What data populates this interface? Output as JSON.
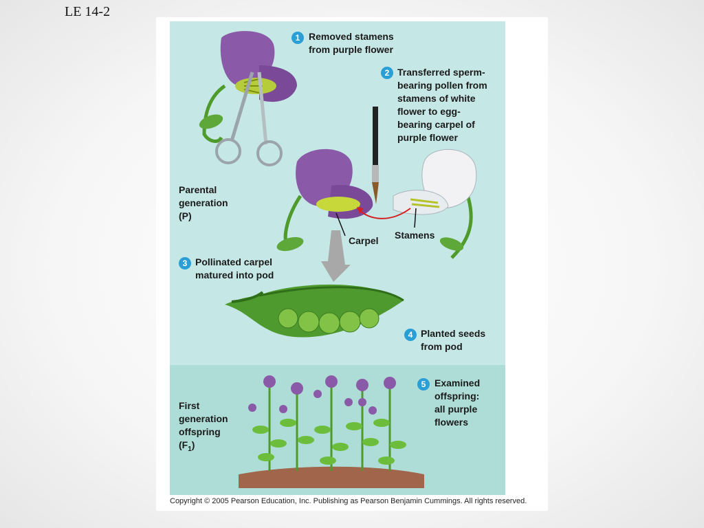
{
  "slide": {
    "title": "LE 14-2"
  },
  "steps": [
    {
      "number": "1",
      "text": "Removed stamens\nfrom purple flower"
    },
    {
      "number": "2",
      "text": "Transferred sperm-\nbearing pollen from\nstamens of white\nflower to egg-\nbearing carpel of\npurple flower"
    },
    {
      "number": "3",
      "text": "Pollinated carpel\nmatured into pod"
    },
    {
      "number": "4",
      "text": "Planted seeds\nfrom pod"
    },
    {
      "number": "5",
      "text": "Examined\noffspring:\nall purple\nflowers"
    }
  ],
  "labels": {
    "parental": "Parental\ngeneration\n(P)",
    "carpel": "Carpel",
    "stamens": "Stamens",
    "f1_text": "First\ngeneration\noffspring\n(F",
    "f1_sub": "1",
    "f1_close": ")"
  },
  "copyright": "Copyright © 2005 Pearson Education, Inc. Publishing as Pearson Benjamin Cummings. All rights reserved.",
  "colors": {
    "upper_bg": "#c5e7e5",
    "lower_bg": "#aedcd6",
    "step_badge": "#2a9fd6",
    "purple_petal": "#8a5aa8",
    "leaf_green": "#5ea83a",
    "pod_green": "#4f9a2e",
    "soil": "#a0654a"
  }
}
